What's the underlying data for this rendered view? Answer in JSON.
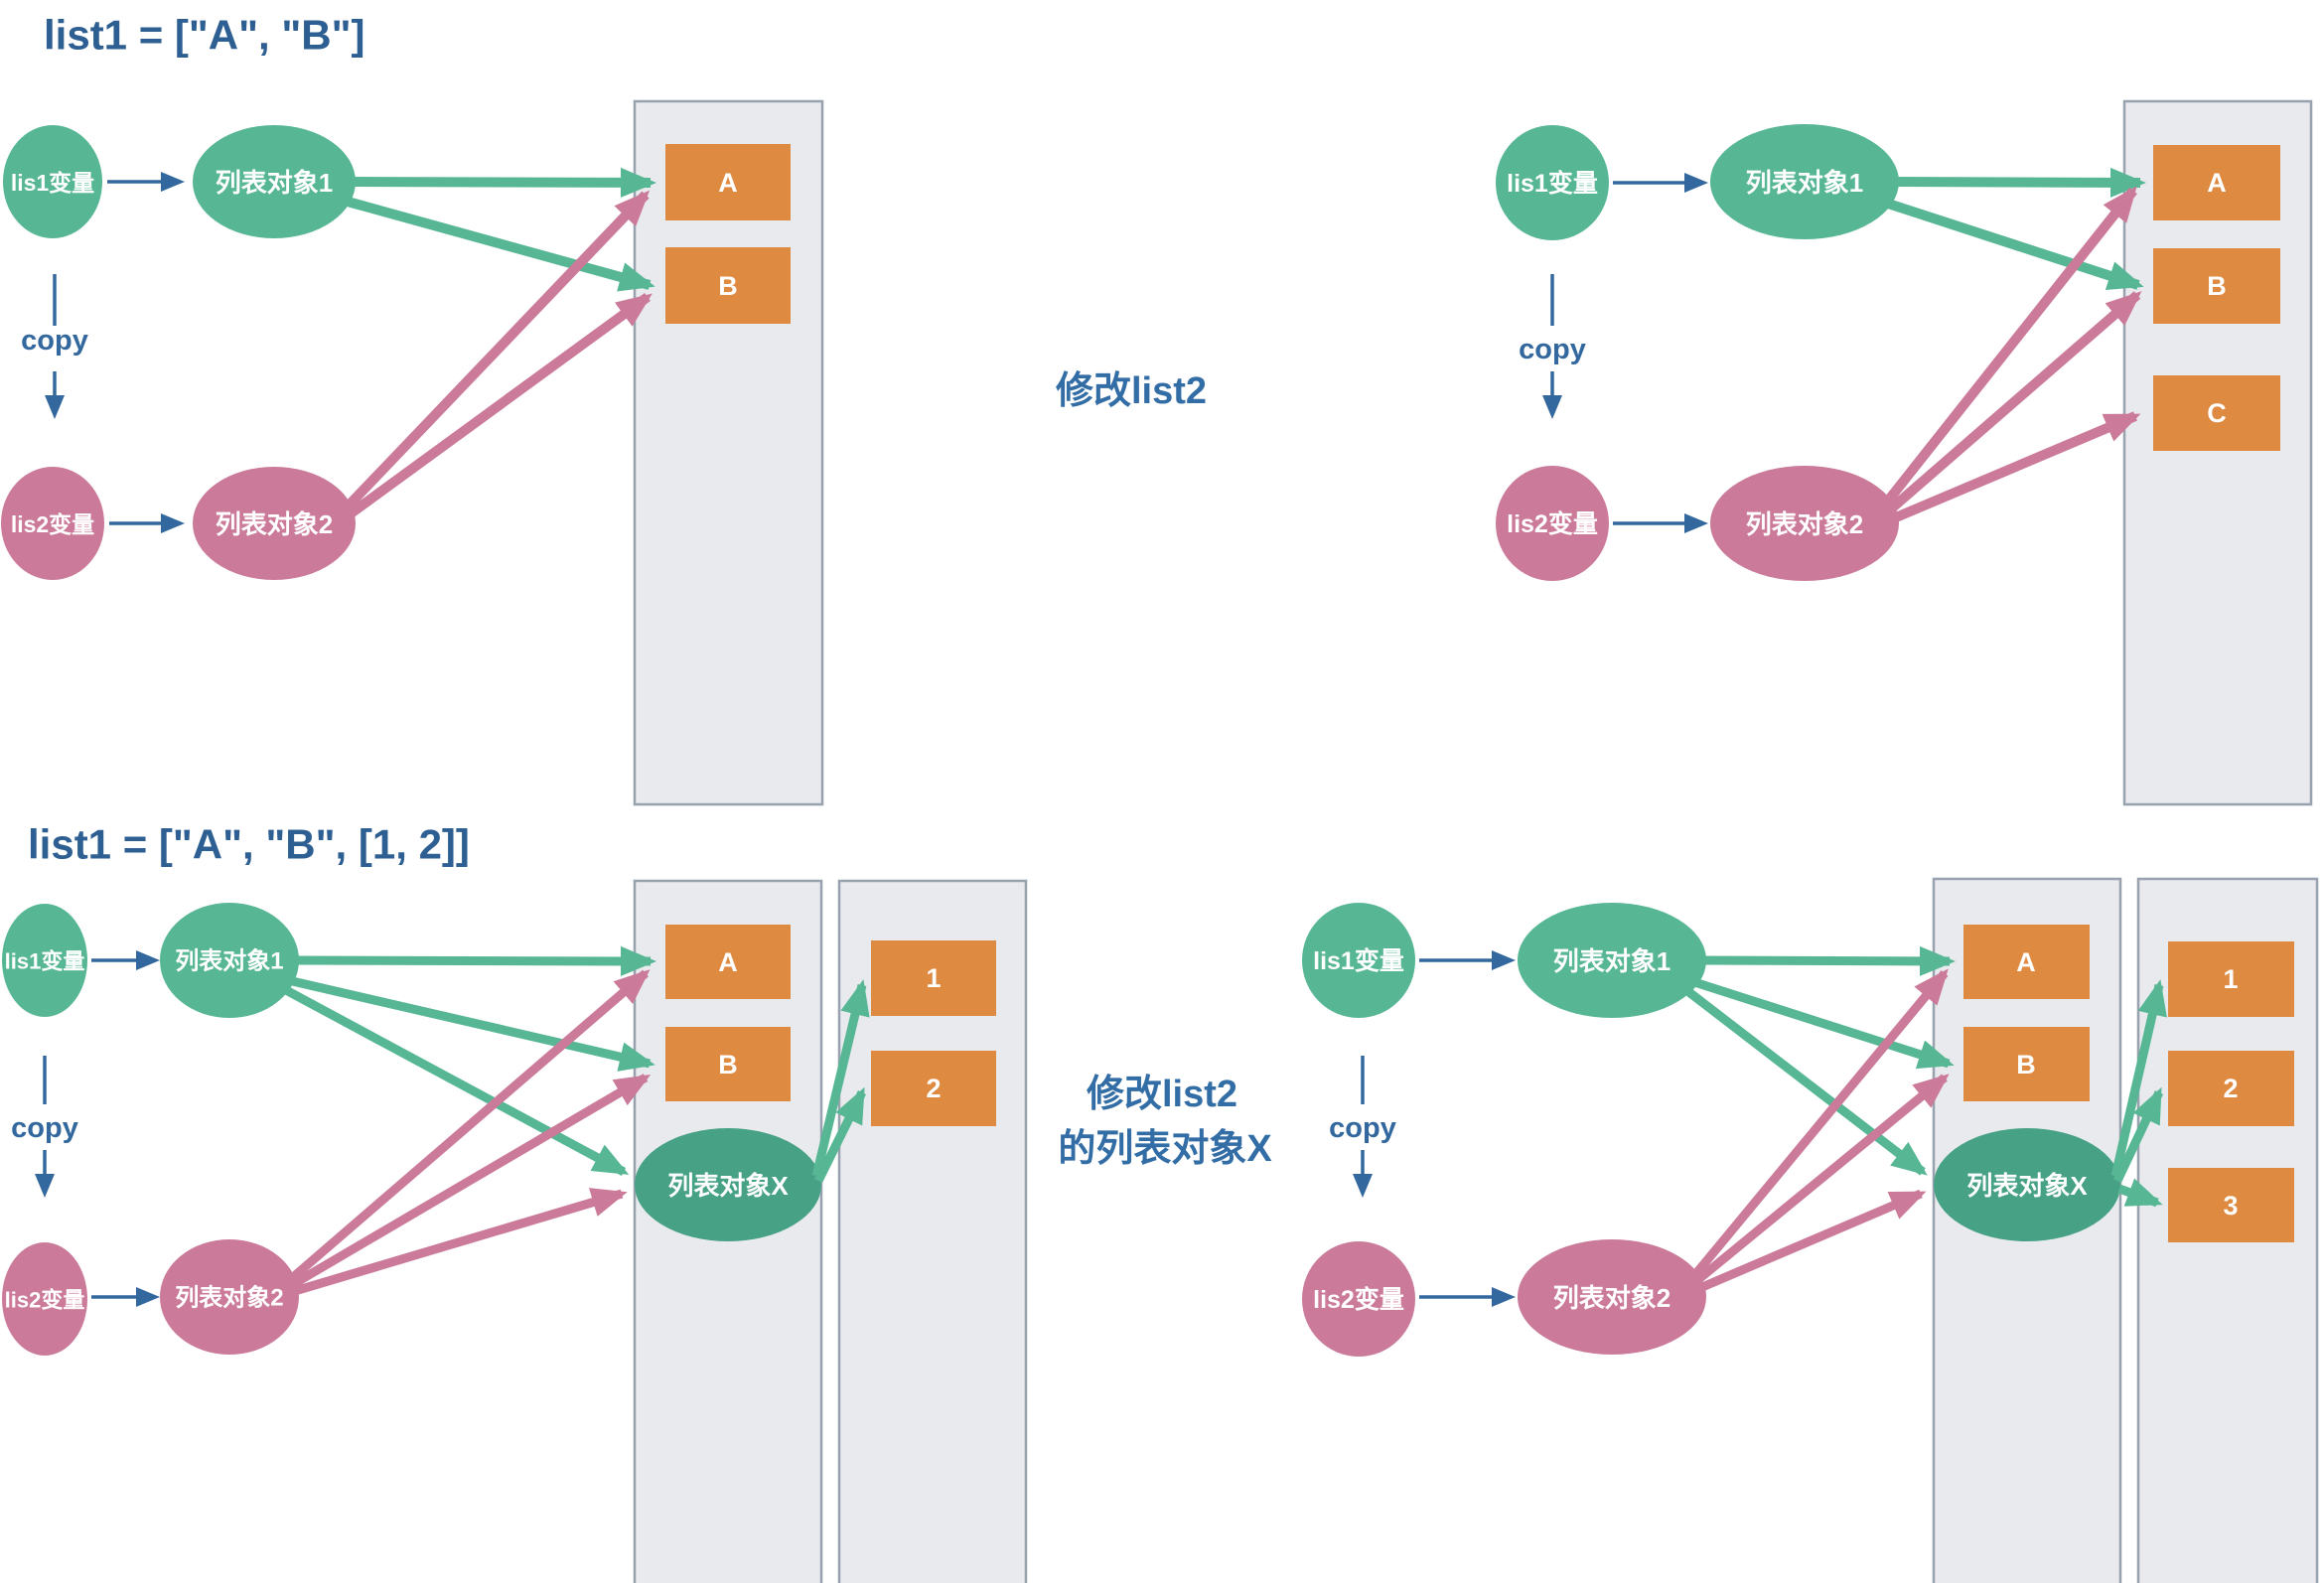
{
  "diagram": {
    "title_top": "list1 = [\"A\", \"B\"]",
    "title_bottom": "list1 = [\"A\", \"B\", [1, 2]]",
    "caption_top": "修改list2",
    "caption_bottom_line1": "修改list2",
    "caption_bottom_line2": "的列表对象X",
    "labels": {
      "var1": "lis1变量",
      "var2": "lis2变量",
      "obj1": "列表对象1",
      "obj2": "列表对象2",
      "objX": "列表对象X",
      "copy": "copy"
    },
    "cells": {
      "ab": [
        "A",
        "B"
      ],
      "abc": [
        "A",
        "B",
        "C"
      ],
      "n12": [
        "1",
        "2"
      ],
      "n123": [
        "1",
        "2",
        "3"
      ]
    },
    "colors": {
      "green": "#57b794",
      "teal": "#47a185",
      "pink": "#cb7b99",
      "orange": "#df8a41",
      "title_blue": "#2d5f92",
      "arrow_blue": "#33689e",
      "container_fill": "#e9eaee",
      "container_border": "#98a1ae"
    }
  }
}
